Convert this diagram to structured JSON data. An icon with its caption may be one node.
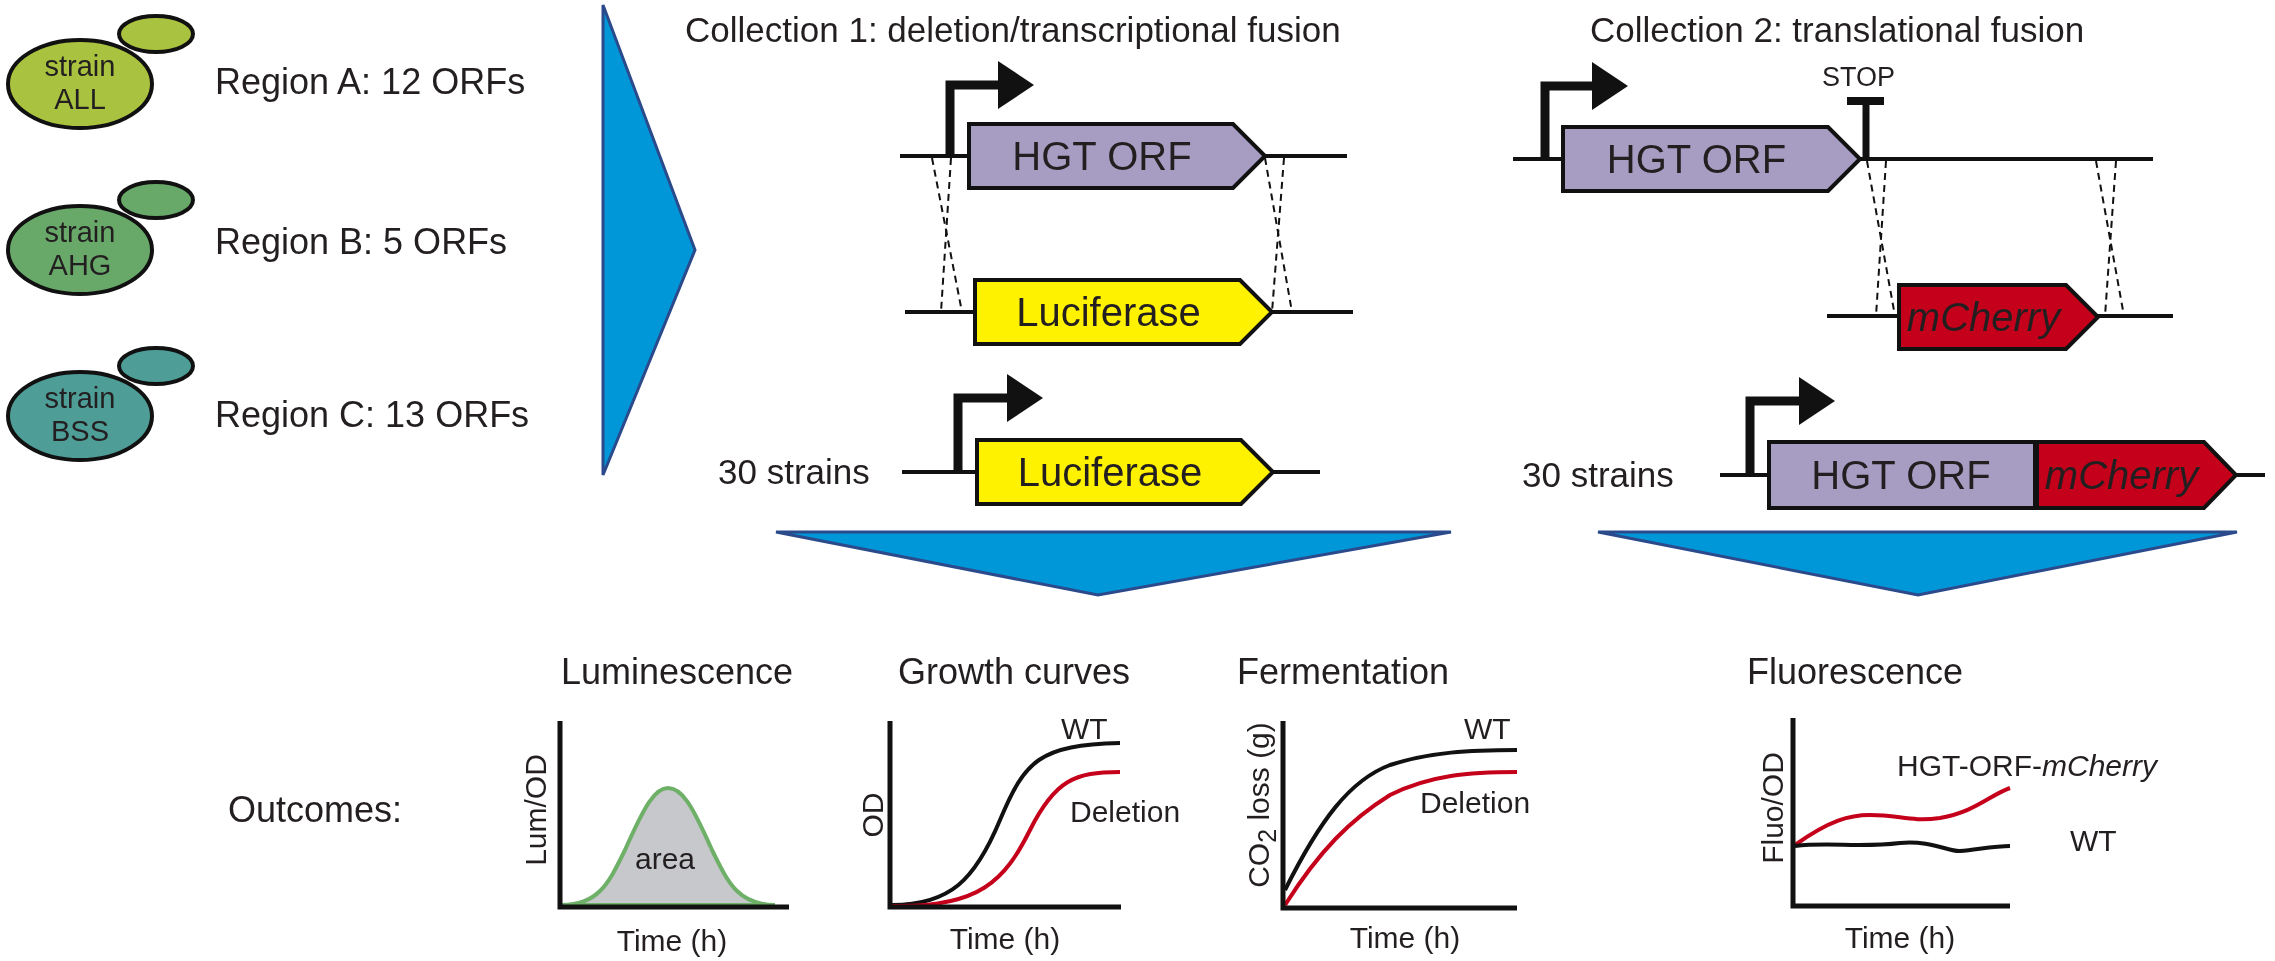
{
  "diagram": {
    "nodes": [
      {
        "text": [
          "strain ALL"
        ],
        "beside": [
          "Region A: 12 ORFs"
        ]
      },
      {
        "text": [
          "strain AHG"
        ],
        "beside": [
          "Region B: 5 ORFs"
        ]
      },
      {
        "text": [
          "strain BSS"
        ],
        "beside": [
          "Region C: 13 ORFs"
        ]
      },
      {
        "text": [
          "HGT ORF"
        ]
      },
      {
        "text": [
          "Luciferase"
        ]
      },
      {
        "text": [
          "Luciferase"
        ]
      },
      {
        "text": [
          "HGT ORF"
        ]
      },
      {
        "text": [
          "mCherry"
        ]
      },
      {
        "text": [
          "HGT ORF"
        ]
      },
      {
        "text": [
          "mCherry"
        ]
      }
    ],
    "labels": [
      "Collection 1: deletion/transcriptional fusion",
      "Collection 2: translational fusion",
      "STOP",
      "30 strains",
      "30 strains",
      "Outcomes:",
      "Luminescence",
      "Lum/OD",
      "area",
      "Time (h)",
      "Growth curves",
      "WT",
      "OD",
      "Deletion",
      "Time (h)",
      "Fermentation",
      "WT",
      "CO$_{2}$ loss (g)",
      "Deletion",
      "Time (h)",
      "Fluorescence",
      "HGT-ORF-*mCherry*",
      "Fluo/OD",
      "WT",
      "Time (h)"
    ]
  }
}
